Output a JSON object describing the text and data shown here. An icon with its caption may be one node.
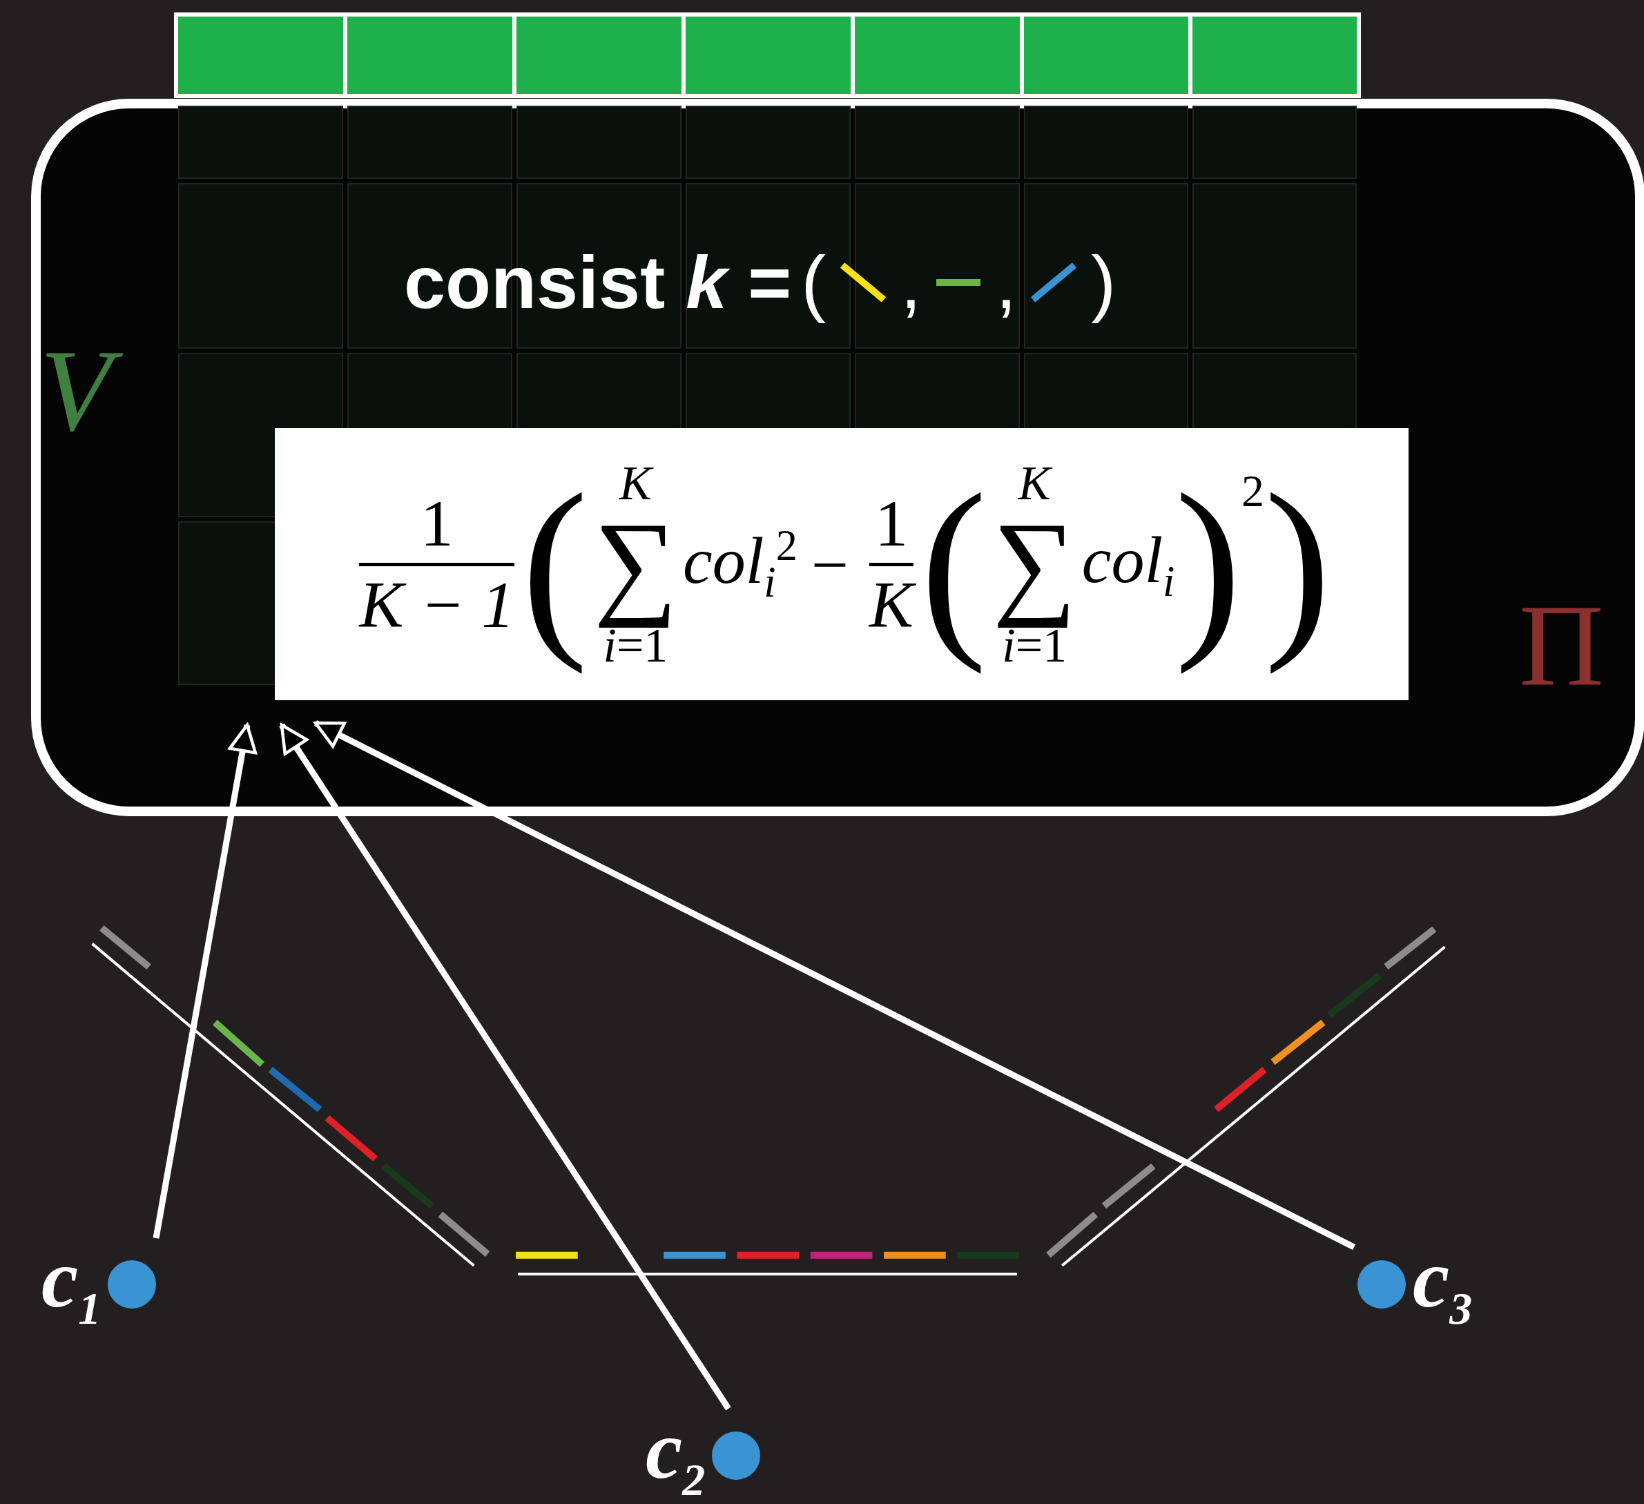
{
  "diagram": {
    "nodes": [
      {
        "text": [
          "c$_{1}$"
        ]
      },
      {
        "text": [
          "c$_{2}$"
        ]
      },
      {
        "text": [
          "c$_{3}$"
        ]
      }
    ],
    "edges": [
      {
        "from": 0,
        "to": null,
        "arrow": "to"
      },
      {
        "from": 1,
        "to": null,
        "arrow": "to"
      },
      {
        "from": 2,
        "to": null,
        "arrow": "to"
      }
    ],
    "labels": [
      "consist *k* =",
      "(",
      ",",
      ",",
      ")",
      "1",
      "*K* − 1",
      "(",
      "K",
      "∑",
      "*i*=1",
      "*col*$_{i}$$^{2}$",
      "−",
      "1",
      "K",
      "(",
      "K",
      "∑",
      "*i*=1",
      "*col*$_{i}$",
      ")",
      "2",
      ")",
      "V",
      "Π"
    ]
  }
}
